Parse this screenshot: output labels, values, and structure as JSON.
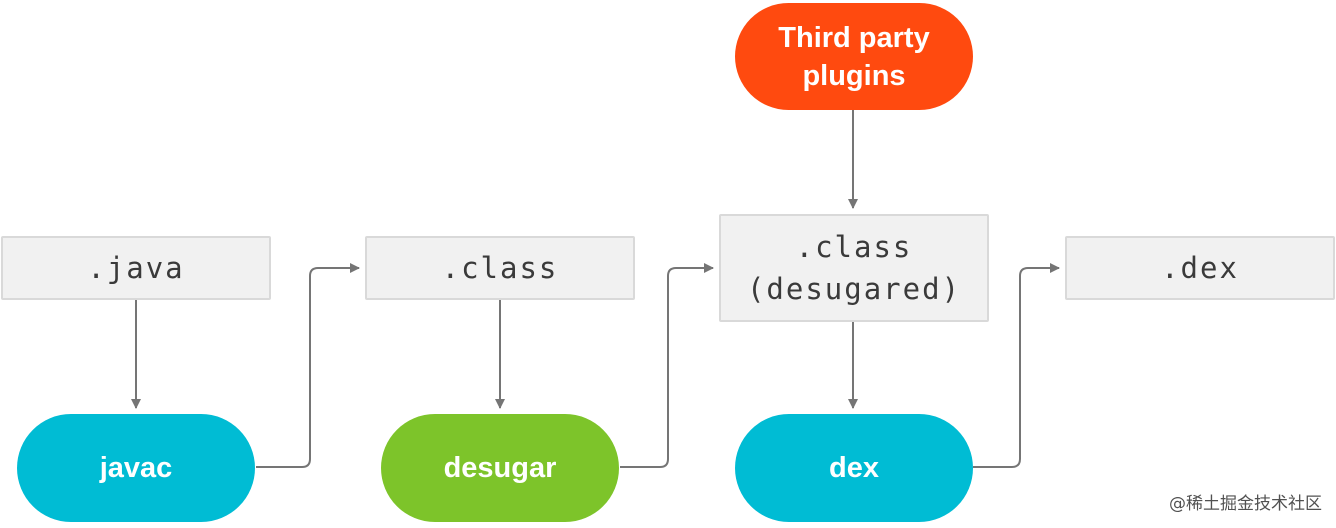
{
  "colors": {
    "tool_blue": "#00BCD4",
    "tool_green": "#7DC42A",
    "tool_orange": "#FF4A0F",
    "file_box": "#F1F1F1",
    "connector": "#757575"
  },
  "nodes": {
    "java_file": {
      "label": ".java"
    },
    "class_file": {
      "label": ".class"
    },
    "class_desugared": {
      "line1": ".class",
      "line2": "(desugared)"
    },
    "dex_file": {
      "label": ".dex"
    },
    "javac": {
      "label": "javac"
    },
    "desugar": {
      "label": "desugar"
    },
    "dex": {
      "label": "dex"
    },
    "third_party": {
      "line1": "Third party",
      "line2": "plugins"
    }
  },
  "edges": [
    {
      "from": ".java",
      "to": "javac"
    },
    {
      "from": "javac",
      "to": ".class"
    },
    {
      "from": ".class",
      "to": "desugar"
    },
    {
      "from": "desugar",
      "to": ".class (desugared)"
    },
    {
      "from": "Third party plugins",
      "to": ".class (desugared)"
    },
    {
      "from": ".class (desugared)",
      "to": "dex"
    },
    {
      "from": "dex",
      "to": ".dex"
    }
  ],
  "watermark": "@稀土掘金技术社区"
}
